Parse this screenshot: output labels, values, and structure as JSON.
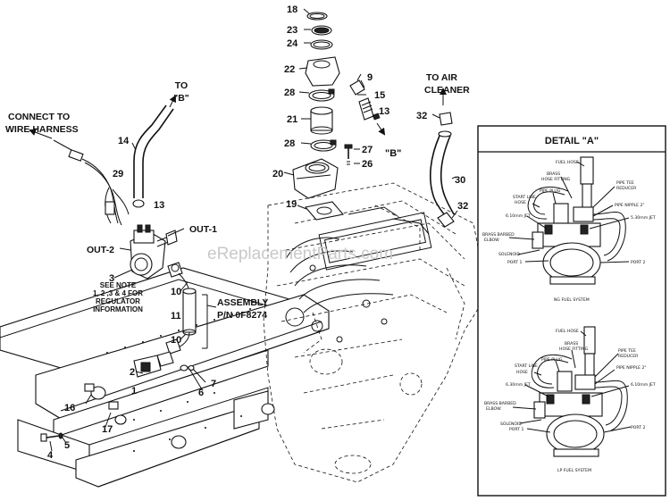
{
  "watermark": "eReplacementParts.com",
  "callouts": {
    "to_b": [
      "TO",
      "\"B\""
    ],
    "connect": [
      "CONNECT TO",
      "WIRE HARNESS"
    ],
    "to_air": [
      "TO AIR",
      "CLEANER"
    ],
    "b_marker": "\"B\"",
    "out1": "OUT-1",
    "out2": "OUT-2",
    "note": [
      "SEE NOTE",
      "1, 2 ,3 & 4 FOR",
      "REGULATOR",
      "INFORMATION"
    ],
    "assembly": [
      "ASSEMBLY",
      "P/N 0F8274"
    ]
  },
  "part_numbers": [
    "18",
    "23",
    "24",
    "22",
    "9",
    "28",
    "15",
    "21",
    "13",
    "28",
    "27",
    "26",
    "20",
    "19",
    "14",
    "29",
    "13",
    "3",
    "10",
    "11",
    "10",
    "2",
    "1",
    "7",
    "6",
    "16",
    "17",
    "5",
    "4",
    "32",
    "30",
    "32"
  ],
  "detail": {
    "title": "DETAIL \"A\"",
    "ng": {
      "system": "NG FUEL SYSTEM",
      "labels": [
        "FUEL HOSE",
        "BRASS",
        "HOSE FITTING",
        "PIPE TEE",
        "REDUCER",
        "PIPE PLUG",
        "START LINE",
        "HOSE",
        "PIPE NIPPLE 2\"",
        "6.10mm JET",
        "5.30mm JET",
        "BRASS BARBED",
        "ELBOW",
        "SOLENOID",
        "PORT 1",
        "PORT 2"
      ]
    },
    "lp": {
      "system": "LP FUEL SYSTEM",
      "labels": [
        "FUEL HOSE",
        "BRASS",
        "HOSE FITTING",
        "PIPE TEE",
        "REDUCER",
        "PIPE PLUG",
        "START LINE",
        "HOSE",
        "PIPE NIPPLE 2\"",
        "6.30mm JET",
        "6.10mm JET",
        "BRASS BARBED",
        "ELBOW",
        "SOLENOID",
        "PORT 1",
        "PORT 2"
      ]
    }
  }
}
